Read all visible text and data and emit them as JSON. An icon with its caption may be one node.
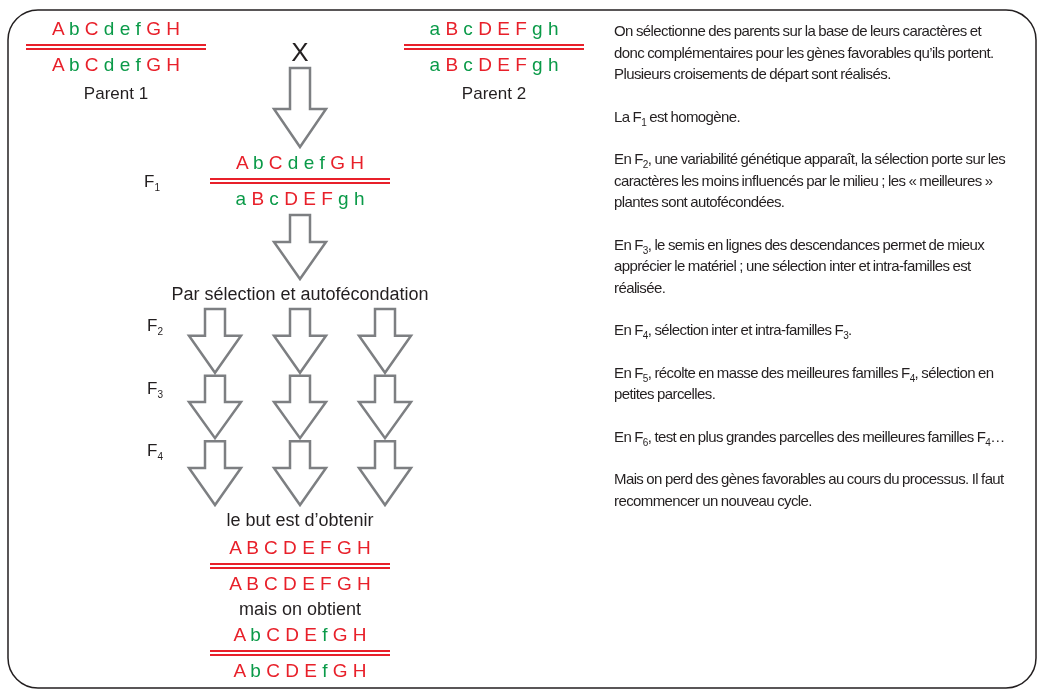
{
  "diagram": {
    "nodes": [
      {
        "text": [
          "A b C d e f G H",
          "A b C d e f G H"
        ],
        "beside": [
          "Parent 1"
        ]
      },
      {
        "text": [
          "X"
        ]
      },
      {
        "text": [
          "a B c D E F g h",
          "a B c D E F g h"
        ],
        "beside": [
          "Parent 2"
        ]
      },
      {
        "text": [
          "A b C d e f G H",
          "a B c D E F g h"
        ],
        "beside": [
          "F$_{1}$"
        ]
      },
      {
        "text": [
          "Par sélection et autofécondation"
        ]
      },
      {
        "text": [
          "le but est d’obtenir"
        ]
      },
      {
        "text": [
          "A B C D E F G H",
          "A B C D E F G H"
        ]
      },
      {
        "text": [
          "mais on obtient"
        ]
      },
      {
        "text": [
          "A b C D E f G H",
          "A b C D E f G H"
        ]
      }
    ],
    "edges": [
      {
        "from": 1,
        "to": 3,
        "arrow": "to"
      },
      {
        "from": 3,
        "to": 4,
        "arrow": "to"
      },
      {
        "from": 4,
        "to": 5,
        "arrow": "to"
      },
      {
        "from": 4,
        "to": 5,
        "arrow": "to"
      },
      {
        "from": 4,
        "to": 5,
        "arrow": "to"
      }
    ],
    "labels": [
      "F$_{2}$",
      "F$_{3}$",
      "F$_{4}$",
      "On sélectionne des parents sur la base de leurs caractères et donc complémentaires pour les gènes favorables qu’ils portent. Plusieurs croisements de départ sont réalisés.",
      "La F$_{1}$ est homogène.",
      "En F$_{2}$, une variabilité génétique apparaît, la sélection porte sur les caractères les moins influencés par le milieu ; les « meilleures » plantes sont autofécondées.",
      "En F$_{3}$, le semis en lignes des descendances permet de mieux apprécier le matériel ; une sélection inter et intra-familles est réalisée.",
      "En F$_{4}$, sélection inter et intra-familles F$_{3}$.",
      "En F$_{5}$, récolte en masse des meilleures familles F$_{4}$, sélection en petites parcelles.",
      "En F$_{6}$, test en plus grandes parcelles des meilleures familles F$_{4}$…",
      "Mais on perd des gènes favorables au cours du processus. Il faut recommencer un nouveau cycle."
    ]
  }
}
